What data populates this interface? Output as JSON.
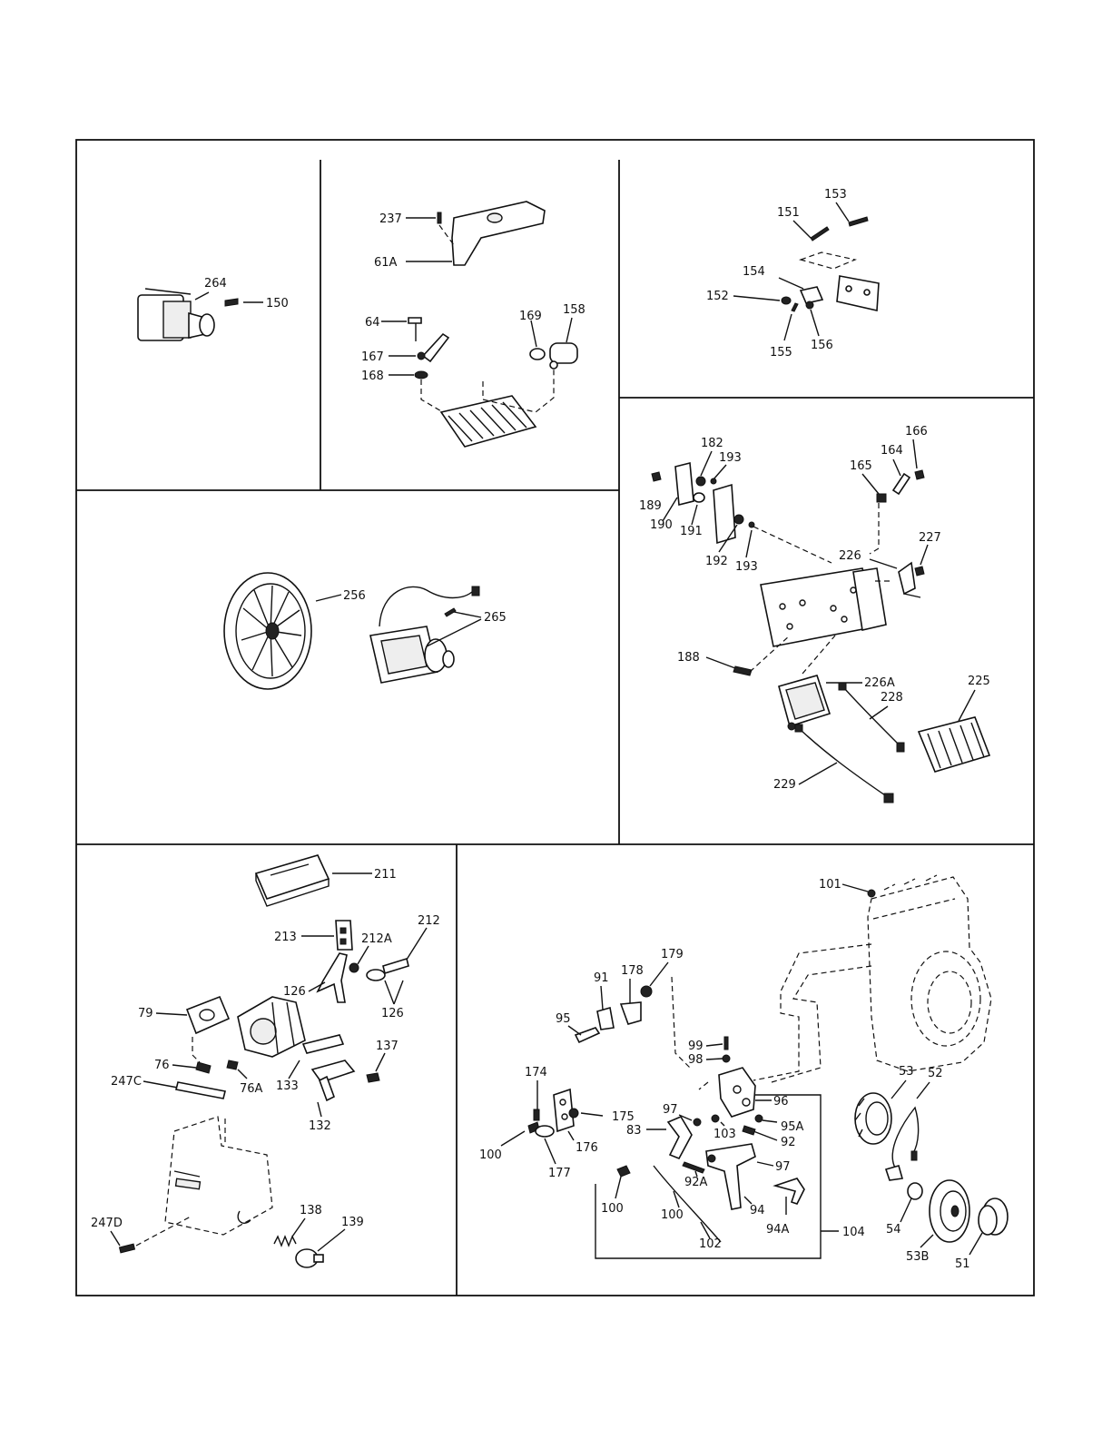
{
  "labels": {
    "p264": "264",
    "p150": "150",
    "p237": "237",
    "p61A": "61A",
    "p64": "64",
    "p167": "167",
    "p168": "168",
    "p169": "169",
    "p158": "158",
    "p153": "153",
    "p151": "151",
    "p154": "154",
    "p152": "152",
    "p155": "155",
    "p156": "156",
    "p256": "256",
    "p265": "265",
    "p182a": "182",
    "p193a": "193",
    "p189": "189",
    "p190": "190",
    "p191": "191",
    "p192": "192",
    "p193b": "193",
    "p166": "166",
    "p164": "164",
    "p165": "165",
    "p227": "227",
    "p226": "226",
    "p188": "188",
    "p226A": "226A",
    "p225": "225",
    "p228": "228",
    "p229": "229",
    "p211": "211",
    "p213": "213",
    "p212A": "212A",
    "p212": "212",
    "p126a": "126",
    "p126b": "126",
    "p79": "79",
    "p76": "76",
    "p76A": "76A",
    "p247C": "247C",
    "p133": "133",
    "p137": "137",
    "p132": "132",
    "p247D": "247D",
    "p138": "138",
    "p139": "139",
    "p101": "101",
    "p179": "179",
    "p178": "178",
    "p91": "91",
    "p95": "95",
    "p99": "99",
    "p98": "98",
    "p174": "174",
    "p175": "175",
    "p176": "176",
    "p177": "177",
    "p100a": "100",
    "p97a": "97",
    "p83": "83",
    "p103": "103",
    "p96": "96",
    "p95A": "95A",
    "p92": "92",
    "p97b": "97",
    "p92A": "92A",
    "p94": "94",
    "p100b": "100",
    "p100c": "100",
    "p102": "102",
    "p94A": "94A",
    "p104": "104",
    "p53": "53",
    "p52": "52",
    "p54": "54",
    "p53B": "53B",
    "p51": "51"
  }
}
